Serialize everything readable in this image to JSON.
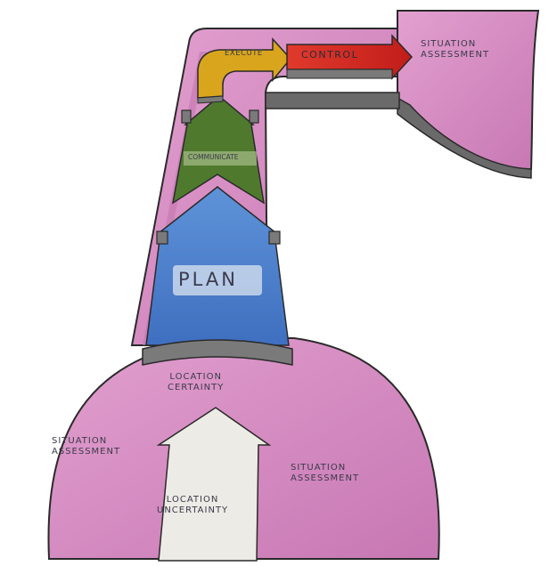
{
  "diagram": {
    "steps": [
      {
        "label": "PLAN",
        "color": "#4f82cf"
      },
      {
        "label": "COMMUNICATE",
        "color": "#4f7a2e"
      },
      {
        "label": "EXECUTE",
        "color": "#d9a51c"
      },
      {
        "label": "CONTROL",
        "color": "#d42a22"
      }
    ],
    "regions": {
      "left_assessment": [
        "SITUATION",
        "ASSESSMENT"
      ],
      "right_assessment": [
        "SITUATION",
        "ASSESSMENT"
      ],
      "top_assessment": [
        "SITUATION",
        "ASSESSMENT"
      ]
    },
    "input_arrow": {
      "bottom_label": [
        "LOCATION",
        "UNCERTAINTY"
      ],
      "top_label": [
        "LOCATION",
        "CERTAINTY"
      ]
    },
    "colors": {
      "tube_fill": "#d98bc2",
      "tube_outline": "#2a2a2a",
      "shadow": "#6a6a6a",
      "input_arrow": "#ecebe5"
    }
  }
}
